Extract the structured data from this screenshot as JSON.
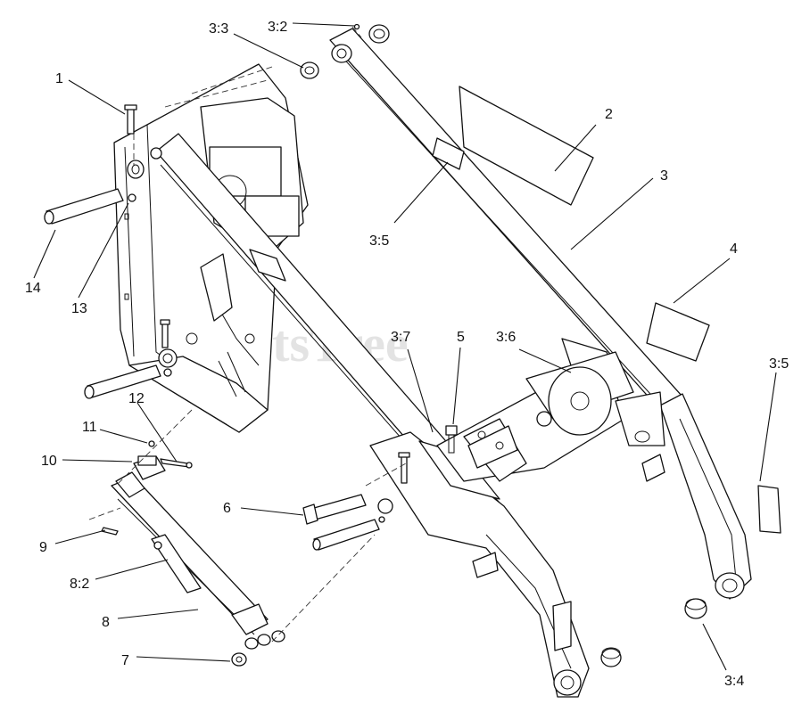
{
  "diagram": {
    "watermark": "PartsTree",
    "watermark_mark": "™",
    "callouts": [
      "1",
      "2",
      "3",
      "3:2",
      "3:3",
      "3:4",
      "3:5",
      "3:5",
      "3:6",
      "3:7",
      "4",
      "5",
      "6",
      "7",
      "8",
      "8:2",
      "9",
      "10",
      "11",
      "12",
      "13",
      "14"
    ]
  }
}
